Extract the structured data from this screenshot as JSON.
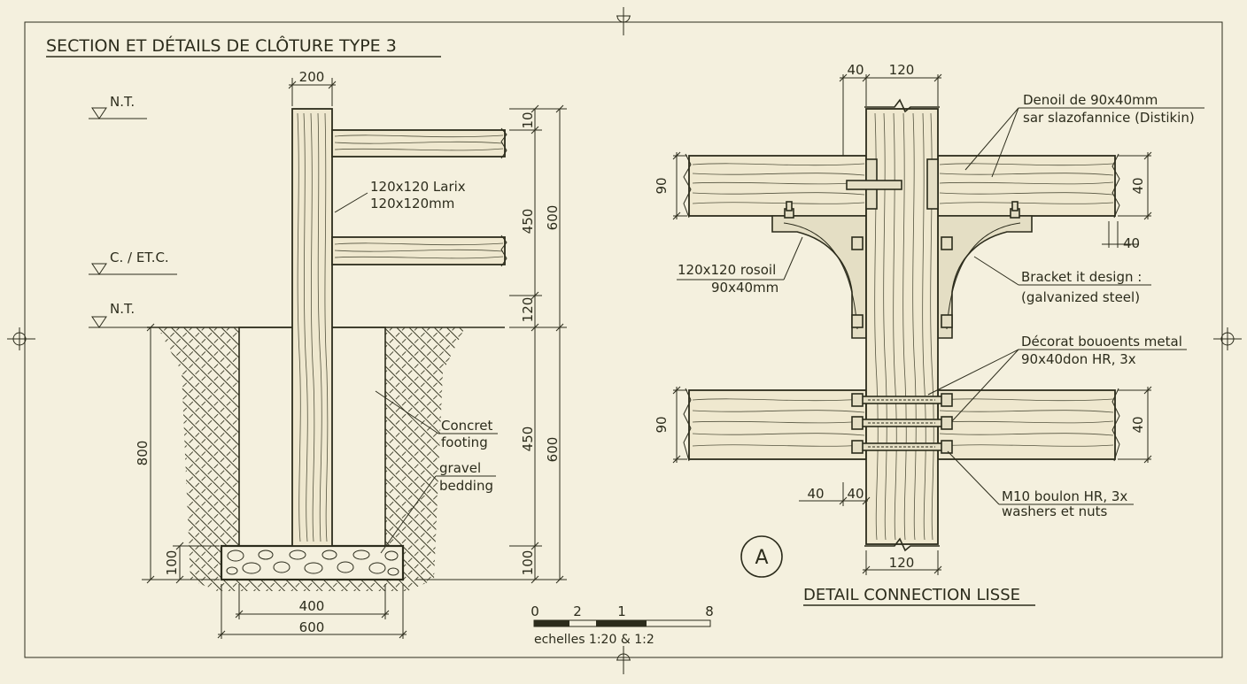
{
  "title": "SECTION ET DÉTAILS DE CLÔTURE TYPE 3",
  "levels": {
    "nt_top": "N.T.",
    "c_etc": "C. / ET.C.",
    "nt_ground": "N.T."
  },
  "section_labels": {
    "post_line1": "120x120 Larix",
    "post_line2": "120x120mm",
    "concrete_line1": "Concret",
    "concrete_line2": "footing",
    "gravel_line1": "gravel",
    "gravel_line2": "bedding"
  },
  "section_dims": {
    "post_width": "200",
    "top_gap": "10",
    "rail_spacing": "450",
    "upper_total": "600",
    "above_ground": "120",
    "footing_depth": "450",
    "below_total": "600",
    "gravel_right": "100",
    "gravel_left": "100",
    "hole_depth": "800",
    "footing_width": "400",
    "hole_width": "600"
  },
  "detail_labels": {
    "top_rail_line1": "Denoil de 90x40mm",
    "top_rail_line2": "sar slazofannice (Distikin)",
    "rail_left_line1": "120x120 rosoil",
    "rail_left_line2": "90x40mm",
    "bracket_line1": "Bracket it design :",
    "bracket_line2": "(galvanized steel)",
    "decor_line1": "Décorat bouoents metal",
    "decor_line2": "90x40don HR, 3x",
    "bolt_line1": "M10 boulon HR, 3x",
    "bolt_line2": "washers et nuts",
    "callout": "A",
    "detail_title": "DETAIL CONNECTION LISSE"
  },
  "detail_dims": {
    "top_40": "40",
    "top_120": "120",
    "left_90_top": "90",
    "right_40_top": "40",
    "right_40_small": "40",
    "left_90_bottom": "90",
    "right_40_bottom": "40",
    "bottom_40a": "40",
    "bottom_40b": "40",
    "bottom_120": "120"
  },
  "scale": {
    "ticks": [
      "0",
      "2",
      "1",
      "8"
    ],
    "caption": "echelles 1:20 & 1:2"
  }
}
